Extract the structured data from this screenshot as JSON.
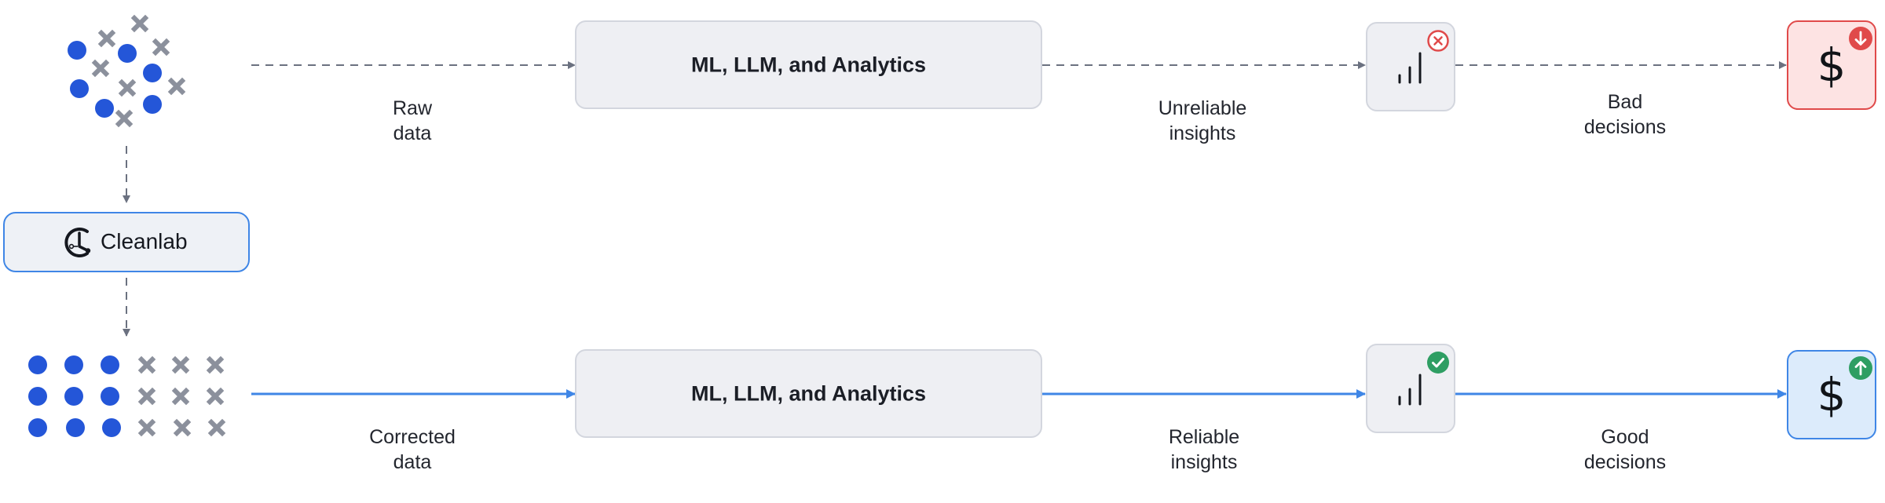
{
  "process_box": {
    "label": "ML, LLM, and Analytics"
  },
  "cleanlab": {
    "label": "Cleanlab",
    "icon": "cleanlab-logo-icon"
  },
  "top_flow": {
    "input_caption": [
      "Raw",
      "data"
    ],
    "insight_caption": [
      "Unreliable",
      "insights"
    ],
    "decision_caption": [
      "Bad",
      "decisions"
    ],
    "insight_badge": "x-circle-icon",
    "decision_badge": "arrow-down-icon"
  },
  "bottom_flow": {
    "input_caption": [
      "Corrected",
      "data"
    ],
    "insight_caption": [
      "Reliable",
      "insights"
    ],
    "decision_caption": [
      "Good",
      "decisions"
    ],
    "insight_badge": "check-circle-icon",
    "decision_badge": "arrow-up-icon"
  },
  "symbols": {
    "currency": "$",
    "chart": "bar-chart-icon"
  },
  "colors": {
    "dot": "#2456d8",
    "cross": "#8b909c",
    "dashed_arrow": "#6b7180",
    "solid_arrow": "#3f86e6",
    "bad": "#e04a4a",
    "good": "#2e9e63",
    "box_fill": "#eeeff3",
    "box_border": "#d3d6de"
  }
}
